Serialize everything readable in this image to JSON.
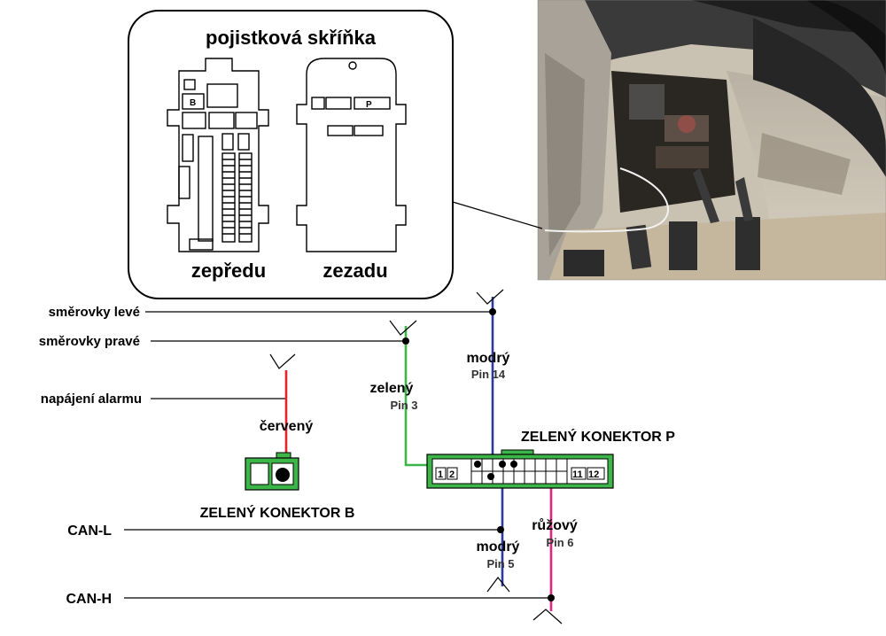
{
  "fuse_box": {
    "title": "pojistková skříňka",
    "front_label": "zepředu",
    "rear_label": "zezadu",
    "front_slot_label": "B",
    "rear_slot_label": "P"
  },
  "wire_labels": {
    "left_turn": "směrovky levé",
    "right_turn": "směrovky pravé",
    "alarm_power": "napájení alarmu",
    "can_l": "CAN-L",
    "can_h": "CAN-H"
  },
  "wires": {
    "red": {
      "color_name": "červený",
      "hex": "#e8202a"
    },
    "green": {
      "color_name": "zelený",
      "pin": "Pin 3",
      "hex": "#3cb648"
    },
    "blue_top": {
      "color_name": "modrý",
      "pin": "Pin 14",
      "hex": "#2b3a9c"
    },
    "blue_bottom": {
      "color_name": "modrý",
      "pin": "Pin 5",
      "hex": "#2b3a9c"
    },
    "pink": {
      "color_name": "růžový",
      "pin": "Pin 6",
      "hex": "#e0287a"
    }
  },
  "connectors": {
    "b": {
      "title": "ZELENÝ KONEKTOR B",
      "hex": "#3cb648"
    },
    "p": {
      "title": "ZELENÝ KONEKTOR P",
      "hex": "#3cb648",
      "pin_1": "1",
      "pin_2": "2",
      "pin_11": "11",
      "pin_12": "12"
    }
  }
}
